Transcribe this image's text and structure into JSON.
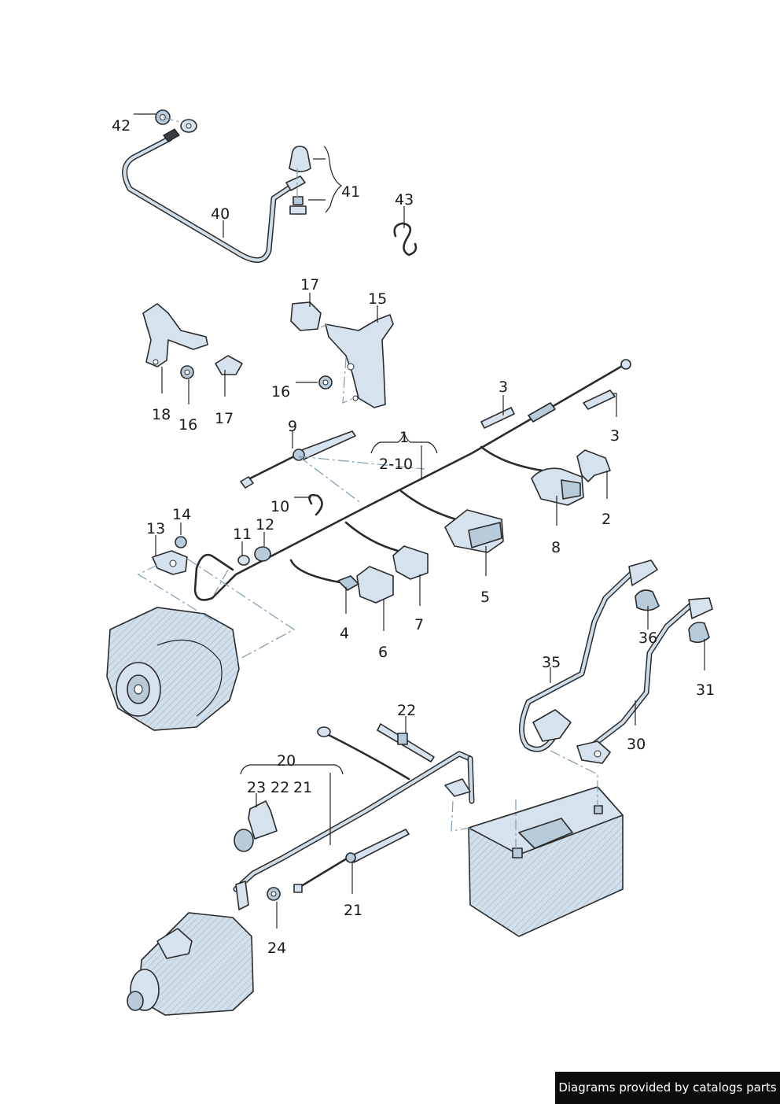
{
  "labels": {
    "l1": "1",
    "l1_range": "2-10",
    "l2": "2",
    "l3a": "3",
    "l3b": "3",
    "l4": "4",
    "l5": "5",
    "l6": "6",
    "l7": "7",
    "l8": "8",
    "l9": "9",
    "l10": "10",
    "l11": "11",
    "l12": "12",
    "l13": "13",
    "l14": "14",
    "l15": "15",
    "l16a": "16",
    "l16b": "16",
    "l17a": "17",
    "l17b": "17",
    "l18": "18",
    "l20": "20",
    "l21a": "21",
    "l21b": "21",
    "l22a": "22",
    "l22b": "22",
    "l23": "23",
    "l24": "24",
    "l30": "30",
    "l31": "31",
    "l35": "35",
    "l36": "36",
    "l40": "40",
    "l41": "41",
    "l42": "42",
    "l43": "43"
  },
  "credit": "Diagrams provided by catalogs parts",
  "colors": {
    "part_fill": "#d6e3ee",
    "line": "#2b2b2b",
    "dash": "#7f9cb0",
    "credit_bg": "#0c0c0c"
  }
}
